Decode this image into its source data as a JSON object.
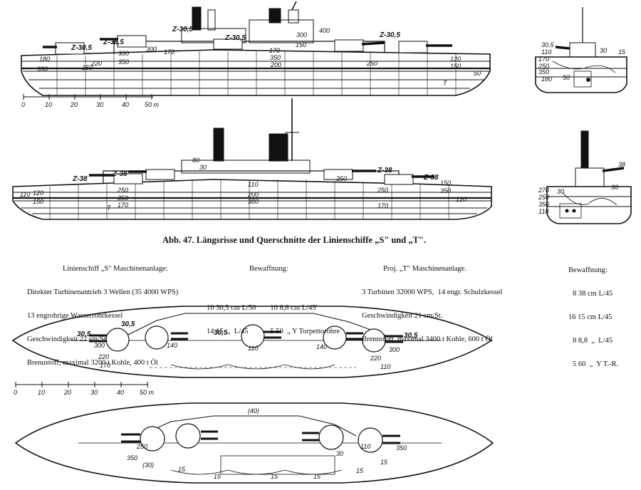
{
  "caption": "Abb. 47. Längsrisse und Querschnitte der Linienschiffe „S\" und „T\".",
  "ship_s": {
    "heading": "Linienschiff „S\" Maschinenanlage:",
    "lines": [
      "Direkter Turbinenantrieb 3 Wellen (35 4000 WPS)",
      "13 engrohrige Wasserrohrkessel",
      "Geschwindigkeit 22 sm/St.",
      "Brenustoff, maximal 3200 t Kohle, 400 t Öl"
    ]
  },
  "armament_s": {
    "heading": "Bewaffnung:",
    "col1": [
      "10 30,5 cm L/50",
      "14 15  „  L/45"
    ],
    "col2": [
      "10 8,8 cm L/45'",
      "5 50  „ Y Torpettorohre"
    ]
  },
  "ship_t": {
    "heading": "Proj. „T\" Maschinenanlage.",
    "lines": [
      "3 Turbinen 32000 WPS,  14 engr. Schulzkessel",
      "Geschwindigkeit 21 sm/St.",
      "Brennstoff, maximal 3400 t Kohle, 600 t Öl"
    ]
  },
  "armament_t": {
    "heading": "Bewaffnung:",
    "lines": [
      "8 38 cm L/45",
      "16 15 cm L/45",
      "8 8,8  „  L/45",
      "5 60  „  Y T.-R."
    ]
  },
  "scale_top": {
    "ticks": [
      "0",
      "10",
      "20",
      "30",
      "40",
      "50 m"
    ]
  },
  "scale_plan": {
    "ticks": [
      "0",
      "10",
      "20",
      "30",
      "40",
      "50 m"
    ]
  },
  "labels_s_side": [
    "Z-30,5",
    "Z-30,5",
    "Z-30,5",
    "Z-30,5",
    "Z-30,5",
    "300",
    "400",
    "300",
    "300",
    "150",
    "170",
    "180",
    "220",
    "330",
    "200",
    "170",
    "150",
    "350",
    "350",
    "250",
    "120",
    "150",
    "50",
    "T"
  ],
  "labels_s_section": [
    "30,5",
    "110",
    "170",
    "250",
    "350",
    "180",
    "50",
    "30",
    "15"
  ],
  "labels_t_side": [
    "Z-38",
    "Z-38",
    "Z-38",
    "Z-38",
    "110",
    "120",
    "150",
    "250",
    "350",
    "170",
    "110",
    "200",
    "170",
    "120",
    "250",
    "350",
    "380",
    "350",
    "150",
    "T",
    "80",
    "30"
  ],
  "labels_t_section": [
    "38",
    "270",
    "250",
    "350",
    "110",
    "30",
    "30"
  ],
  "labels_s_plan": [
    "30,5",
    "30,5",
    "30,5",
    "30,5",
    "300",
    "220",
    "170",
    "140",
    "110",
    "140",
    "300",
    "220",
    "110"
  ],
  "labels_t_plan": [
    "(40)",
    "250",
    "350",
    "(30)",
    "15",
    "15",
    "15",
    "15",
    "15",
    "110",
    "350",
    "30",
    "15"
  ]
}
